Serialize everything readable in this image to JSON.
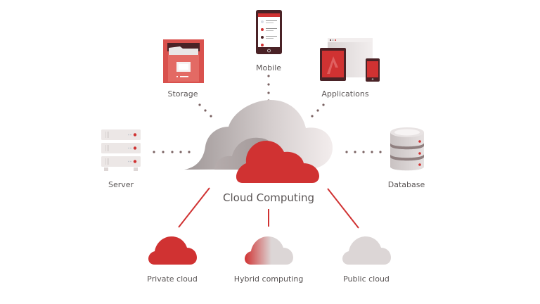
{
  "diagram": {
    "center_label": "Cloud Computing",
    "sources": [
      {
        "id": "storage",
        "label": "Storage",
        "icon": "file-cabinet-icon"
      },
      {
        "id": "mobile",
        "label": "Mobile",
        "icon": "smartphone-icon"
      },
      {
        "id": "applications",
        "label": "Applications",
        "icon": "devices-icon"
      },
      {
        "id": "server",
        "label": "Server",
        "icon": "server-rack-icon"
      },
      {
        "id": "database",
        "label": "Database",
        "icon": "database-icon"
      }
    ],
    "types": [
      {
        "id": "private",
        "label": "Private cloud",
        "icon": "cloud-icon"
      },
      {
        "id": "hybrid",
        "label": "Hybrid computing",
        "icon": "cloud-icon"
      },
      {
        "id": "public",
        "label": "Public cloud",
        "icon": "cloud-icon"
      }
    ],
    "colors": {
      "accent_red": "#d03232",
      "dark_brown": "#4a2226",
      "light_gray": "#dcd6d6",
      "dot": "#7a6262",
      "text": "#5a5555"
    }
  }
}
